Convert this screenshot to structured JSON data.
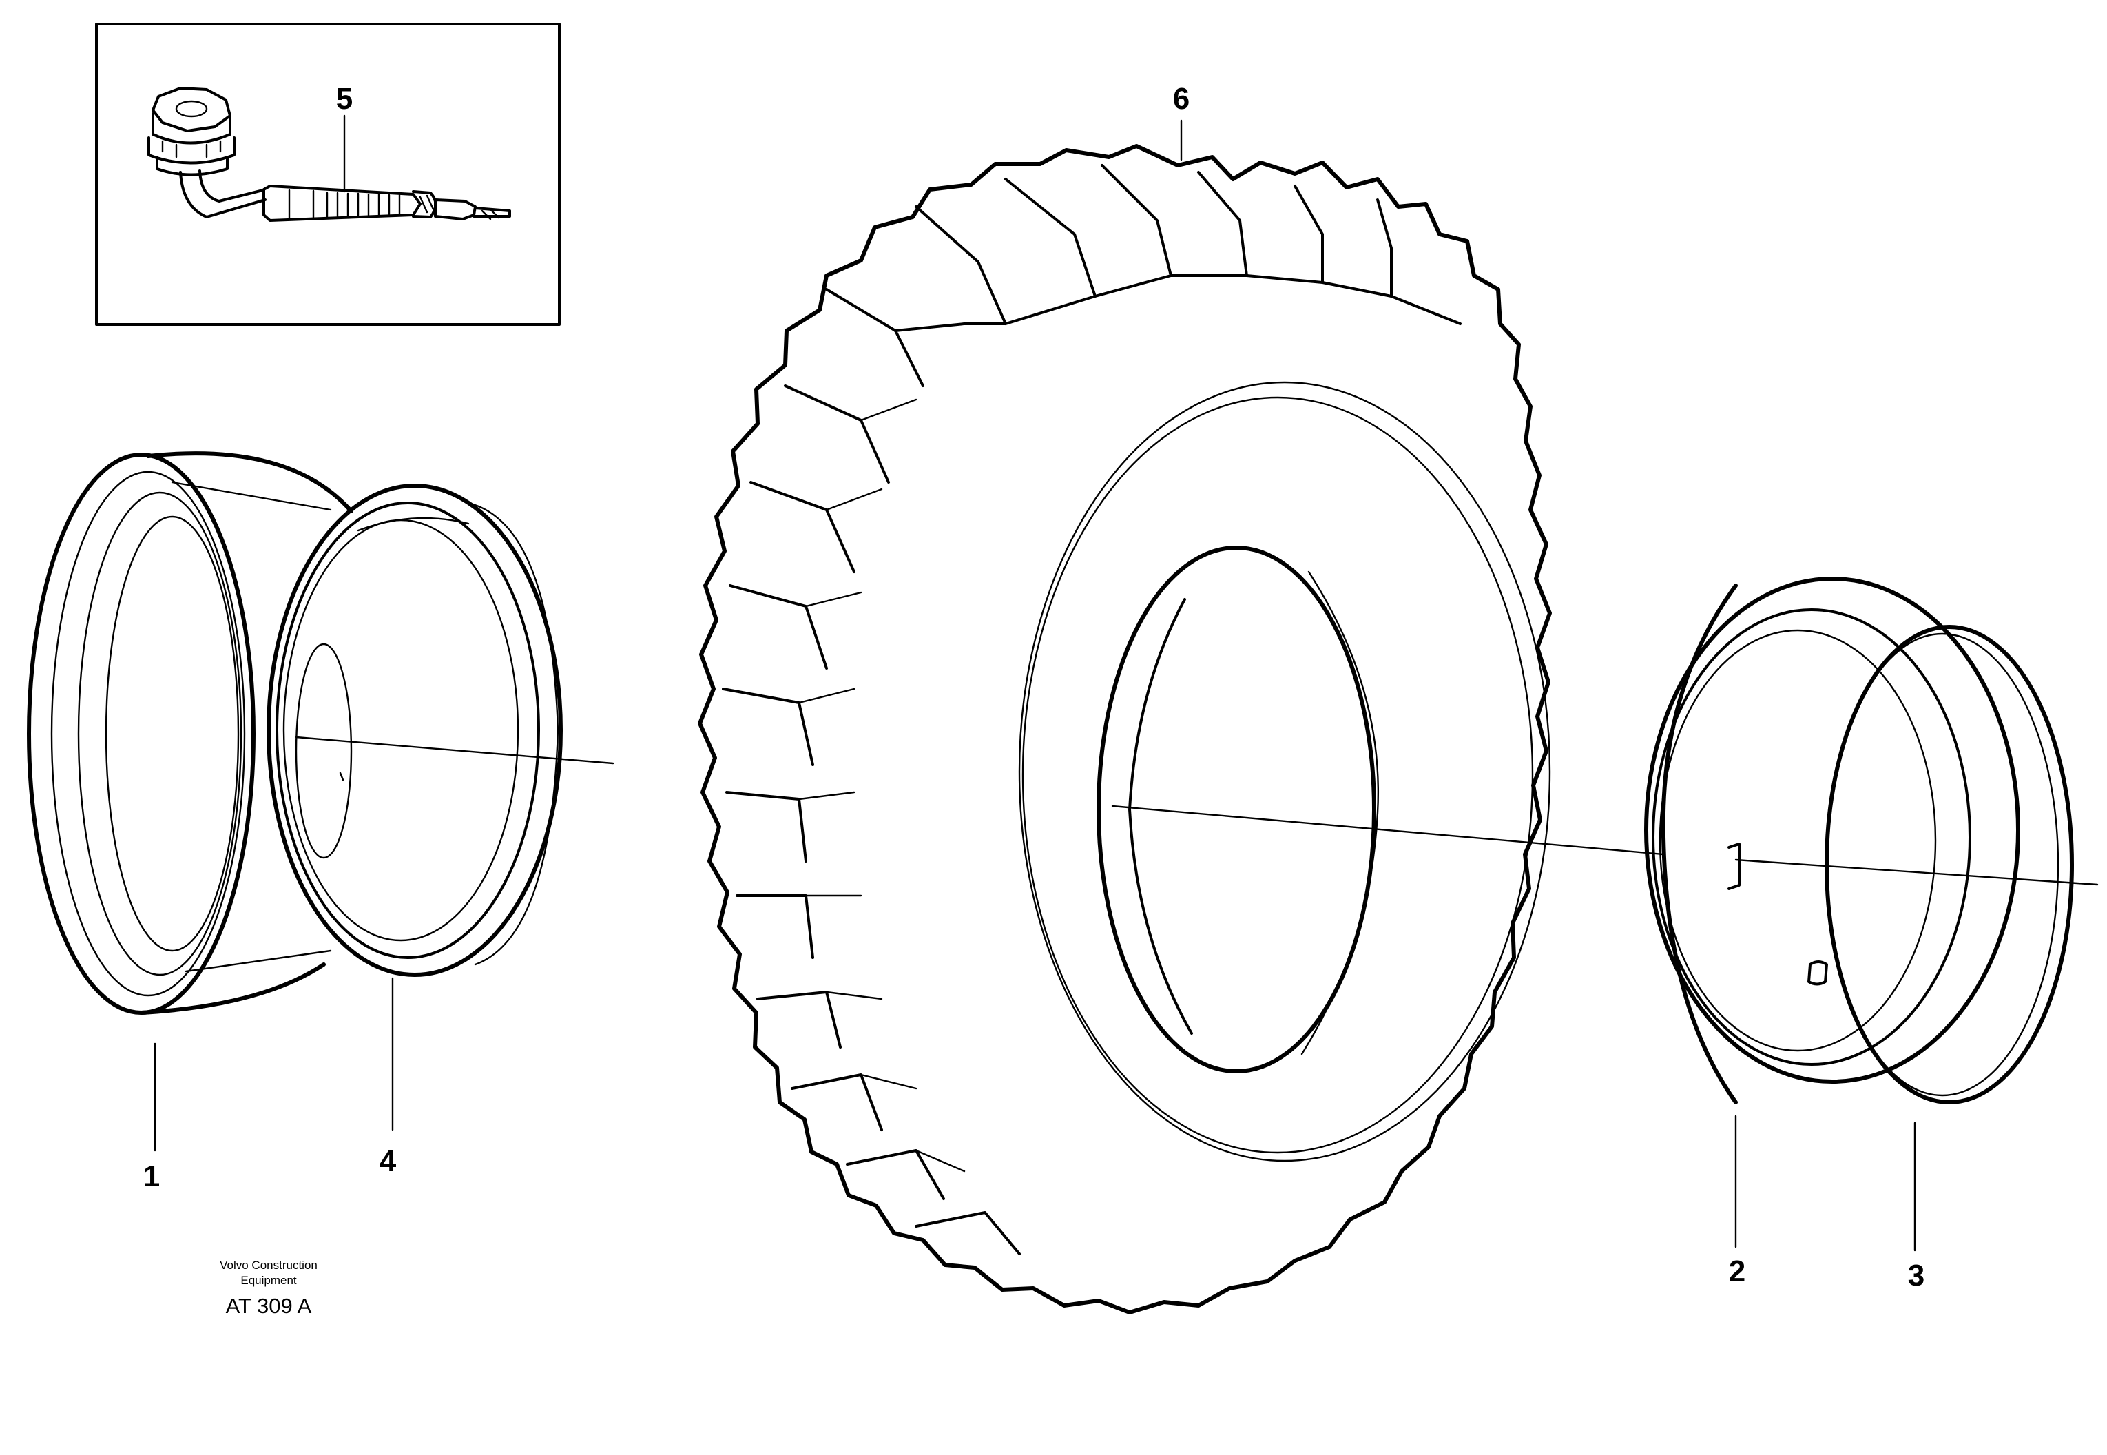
{
  "callouts": [
    {
      "id": "1",
      "label": "1"
    },
    {
      "id": "2",
      "label": "2"
    },
    {
      "id": "3",
      "label": "3"
    },
    {
      "id": "4",
      "label": "4"
    },
    {
      "id": "5",
      "label": "5"
    },
    {
      "id": "6",
      "label": "6"
    }
  ],
  "caption": {
    "brand_line1": "Volvo Construction",
    "brand_line2": "Equipment",
    "code": "AT 309 A"
  }
}
